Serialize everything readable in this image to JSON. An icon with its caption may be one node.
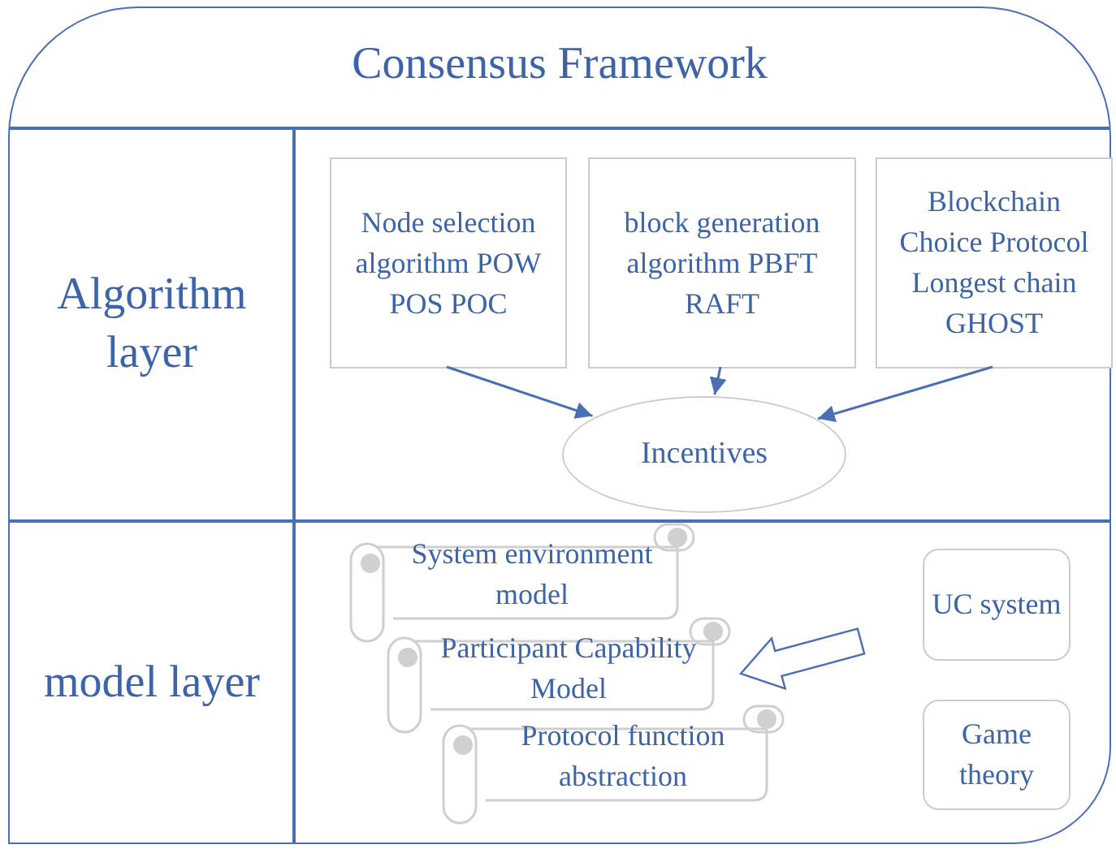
{
  "diagram": {
    "nodes": [
      {
        "text": [
          "Consensus Framework"
        ]
      },
      {
        "text": [
          "Algorithm layer"
        ],
        "in": 0
      },
      {
        "text": [
          "model layer"
        ],
        "in": 0
      },
      {
        "text": [
          "Node selection algorithm POW POS POC"
        ],
        "in": 0
      },
      {
        "text": [
          "block generation algorithm PBFT RAFT"
        ],
        "in": 0
      },
      {
        "text": [
          "Blockchain Choice Protocol Longest chain GHOST"
        ],
        "in": 0
      },
      {
        "text": [
          "Incentives"
        ],
        "in": 0
      },
      {
        "text": [
          "System environment model"
        ],
        "in": 0
      },
      {
        "text": [
          "Participant Capability Model"
        ],
        "in": 0
      },
      {
        "text": [
          "Protocol function abstraction"
        ],
        "in": 0
      },
      {
        "text": [
          "UC system"
        ],
        "in": 0
      },
      {
        "text": [
          "Game theory"
        ],
        "in": 0
      }
    ],
    "edges": [
      {
        "from": 3,
        "to": 6,
        "arrow": "to"
      },
      {
        "from": 4,
        "to": 6,
        "arrow": "to"
      },
      {
        "from": 5,
        "to": 6,
        "arrow": "to"
      },
      {
        "from": null,
        "to": 8,
        "arrow": "to",
        "style": "thick"
      }
    ]
  }
}
